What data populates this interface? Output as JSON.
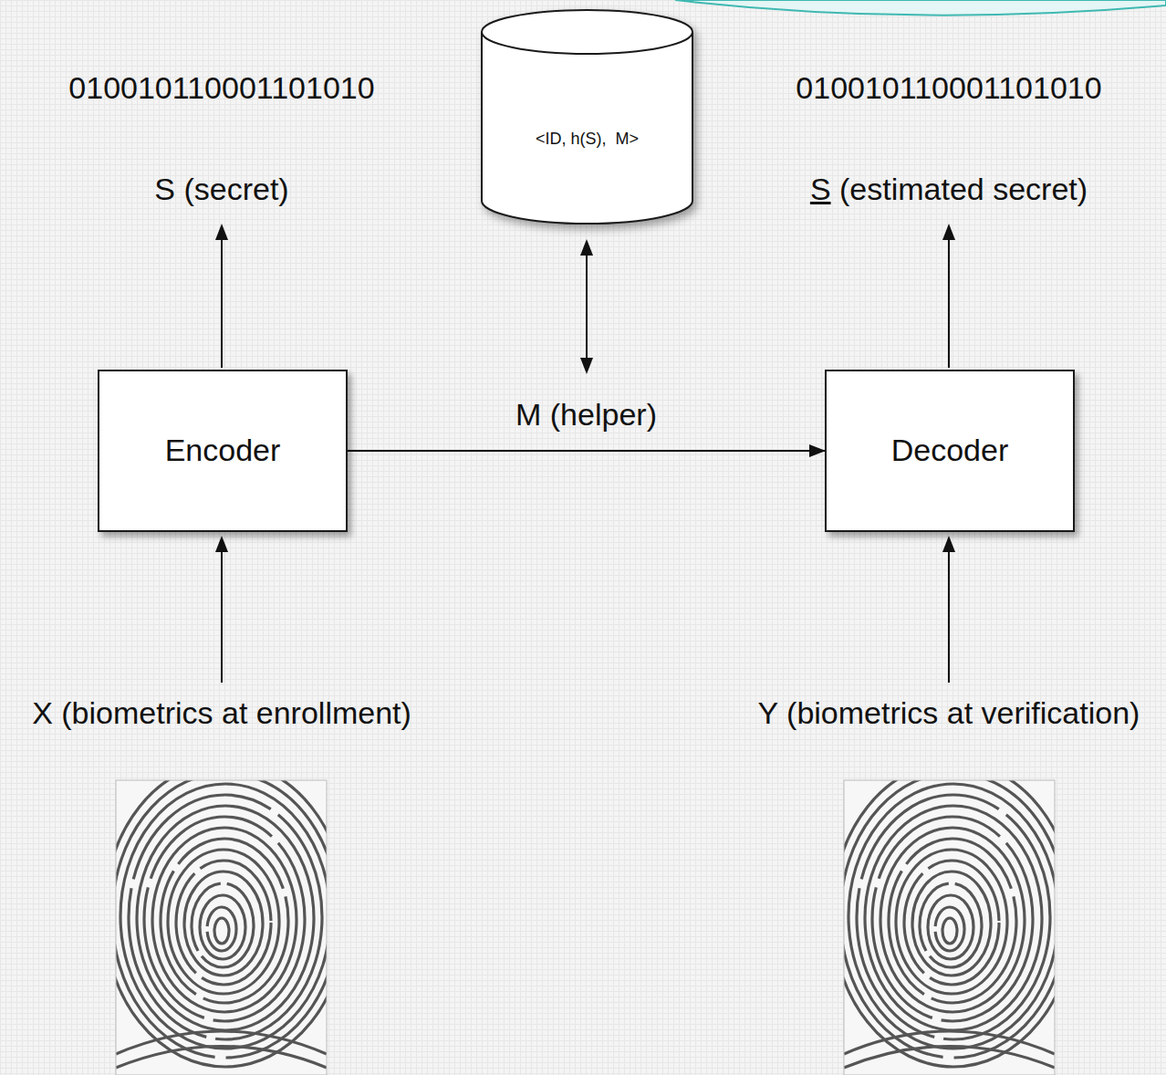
{
  "diagram": {
    "nodes": [
      {
        "text": [
          "<ID, h(S),  M>"
        ]
      },
      {
        "text": [
          "Encoder"
        ]
      },
      {
        "text": [
          "Decoder"
        ]
      }
    ],
    "edges": [
      {
        "from": 1,
        "to": 2,
        "label": "M (helper)",
        "arrow": "to"
      }
    ],
    "labels": [
      "010010110001101010",
      "S (secret)",
      "010010110001101010",
      "S (estimated secret)",
      "X (biometrics at enrollment)",
      "Y (biometrics at verification)"
    ]
  }
}
